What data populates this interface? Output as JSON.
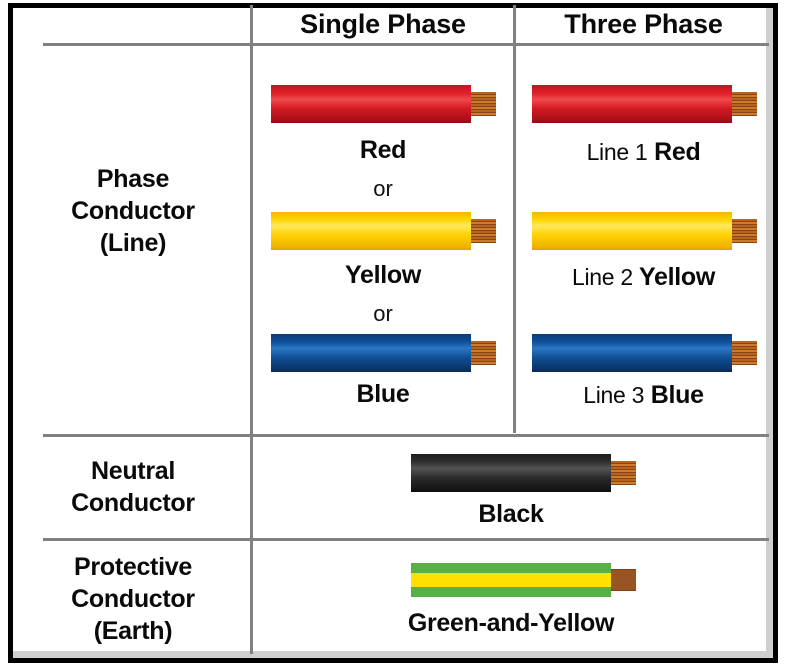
{
  "table": {
    "columns": [
      {
        "id": "category",
        "header": ""
      },
      {
        "id": "single_phase",
        "header": "Single Phase"
      },
      {
        "id": "three_phase",
        "header": "Three Phase"
      }
    ],
    "rows": [
      {
        "id": "phase-conductor",
        "label_lines": [
          "Phase",
          "Conductor",
          "(Line)"
        ],
        "single_phase": {
          "wires": [
            {
              "color_name": "Red",
              "caption": "Red",
              "hex": "#e02129"
            },
            {
              "color_name": "Yellow",
              "caption": "Yellow",
              "hex": "#ffd400"
            },
            {
              "color_name": "Blue",
              "caption": "Blue",
              "hex": "#0e4f98"
            }
          ],
          "separators": [
            "or",
            "or"
          ]
        },
        "three_phase": {
          "wires": [
            {
              "color_name": "Red",
              "prefix": "Line 1",
              "caption": "Red",
              "hex": "#e02129"
            },
            {
              "color_name": "Yellow",
              "prefix": "Line 2",
              "caption": "Yellow",
              "hex": "#ffd400"
            },
            {
              "color_name": "Blue",
              "prefix": "Line 3",
              "caption": "Blue",
              "hex": "#0e4f98"
            }
          ]
        }
      },
      {
        "id": "neutral-conductor",
        "label_lines": [
          "Neutral",
          "Conductor"
        ],
        "spanned": {
          "wire": {
            "color_name": "Black",
            "caption": "Black",
            "hex": "#2e2e2e"
          }
        }
      },
      {
        "id": "protective-conductor",
        "label_lines": [
          "Protective",
          "Conductor",
          "(Earth)"
        ],
        "spanned": {
          "wire": {
            "color_name": "Green-and-Yellow",
            "caption": "Green-and-Yellow",
            "hex": "#57b045"
          }
        }
      }
    ]
  },
  "style": {
    "frame_color": "#000000",
    "grid_color": "#808080",
    "copper_color": "#b5651d",
    "text_color": "#0a0a0a"
  }
}
